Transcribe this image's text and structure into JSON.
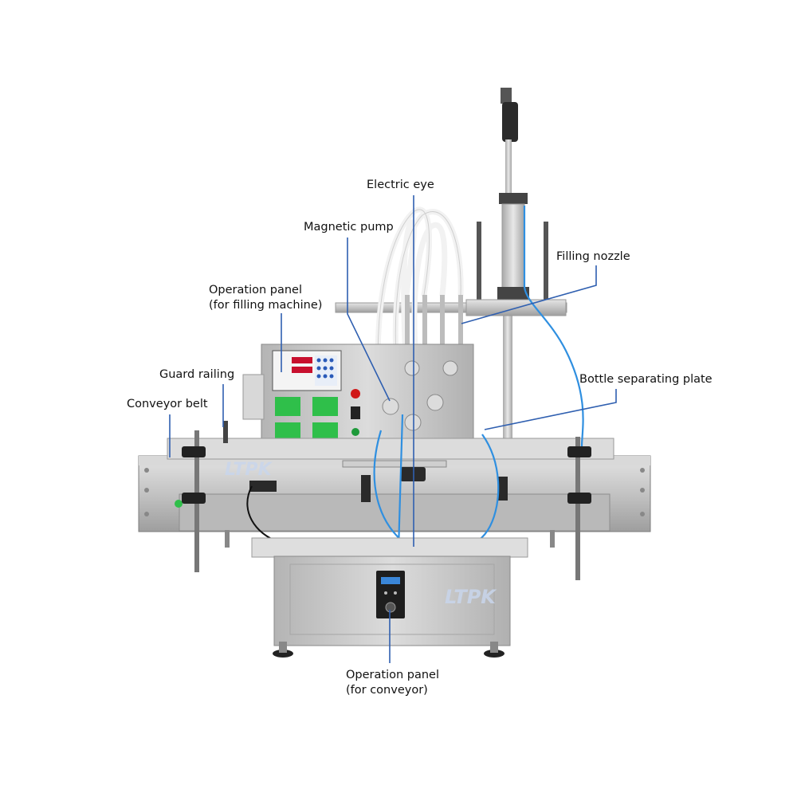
{
  "labels": {
    "electric_eye": "Electric eye",
    "magnetic_pump": "Magnetic pump",
    "filling_nozzle": "Filling nozzle",
    "operation_panel_filling_1": "Operation panel",
    "operation_panel_filling_2": "(for filling machine)",
    "guard_railing": "Guard railing",
    "bottle_separating_plate": "Bottle separating plate",
    "conveyor_belt": "Conveyor belt",
    "operation_panel_conveyor_1": "Operation panel",
    "operation_panel_conveyor_2": "(for conveyor)"
  },
  "watermark": "LTPK",
  "colors": {
    "leader_line": "#2f5fb0",
    "steel": "#c9c9c9",
    "steel_dark": "#8d8d8d",
    "tube_blue": "#2f8fe0",
    "display_green": "#2fbf4a"
  }
}
